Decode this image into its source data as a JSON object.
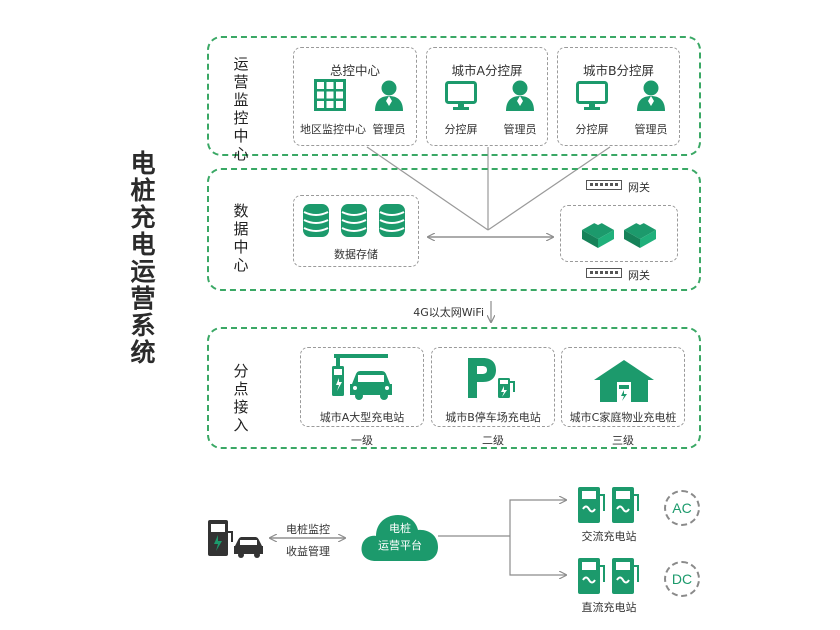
{
  "title": "电桩充电运营系统",
  "colors": {
    "accent": "#1c9a6c",
    "border": "#3aa865",
    "dashed_gray": "#9a9a9a",
    "line": "#8c8c8c"
  },
  "monitoring": {
    "label": "运营监控中心",
    "boxes": [
      {
        "title": "总控中心",
        "items": [
          {
            "icon": "grid-icon",
            "label": "地区监控中心"
          },
          {
            "icon": "person-icon",
            "label": "管理员"
          }
        ]
      },
      {
        "title": "城市A分控屏",
        "items": [
          {
            "icon": "monitor-icon",
            "label": "分控屏"
          },
          {
            "icon": "person-icon",
            "label": "管理员"
          }
        ]
      },
      {
        "title": "城市B分控屏",
        "items": [
          {
            "icon": "monitor-icon",
            "label": "分控屏"
          },
          {
            "icon": "person-icon",
            "label": "管理员"
          }
        ]
      }
    ]
  },
  "data_center": {
    "label": "数据中心",
    "storage_label": "数据存储",
    "gateway_top": "网关",
    "gateway_bottom": "网关"
  },
  "network_label": "4G以太网WiFi",
  "access": {
    "label": "分点接入",
    "stations": [
      {
        "name": "城市A大型充电站",
        "level": "一级",
        "icon": "charging-station-car-icon"
      },
      {
        "name": "城市B停车场充电站",
        "level": "二级",
        "icon": "parking-charger-icon"
      },
      {
        "name": "城市C家庭物业充电桩",
        "level": "三级",
        "icon": "house-charger-icon"
      }
    ]
  },
  "bottom": {
    "monitor_label_1": "电桩监控",
    "monitor_label_2": "收益管理",
    "cloud_line_1": "电桩",
    "cloud_line_2": "运营平台",
    "ac_label": "交流充电站",
    "dc_label": "直流充电站",
    "ac_badge": "AC",
    "dc_badge": "DC"
  }
}
